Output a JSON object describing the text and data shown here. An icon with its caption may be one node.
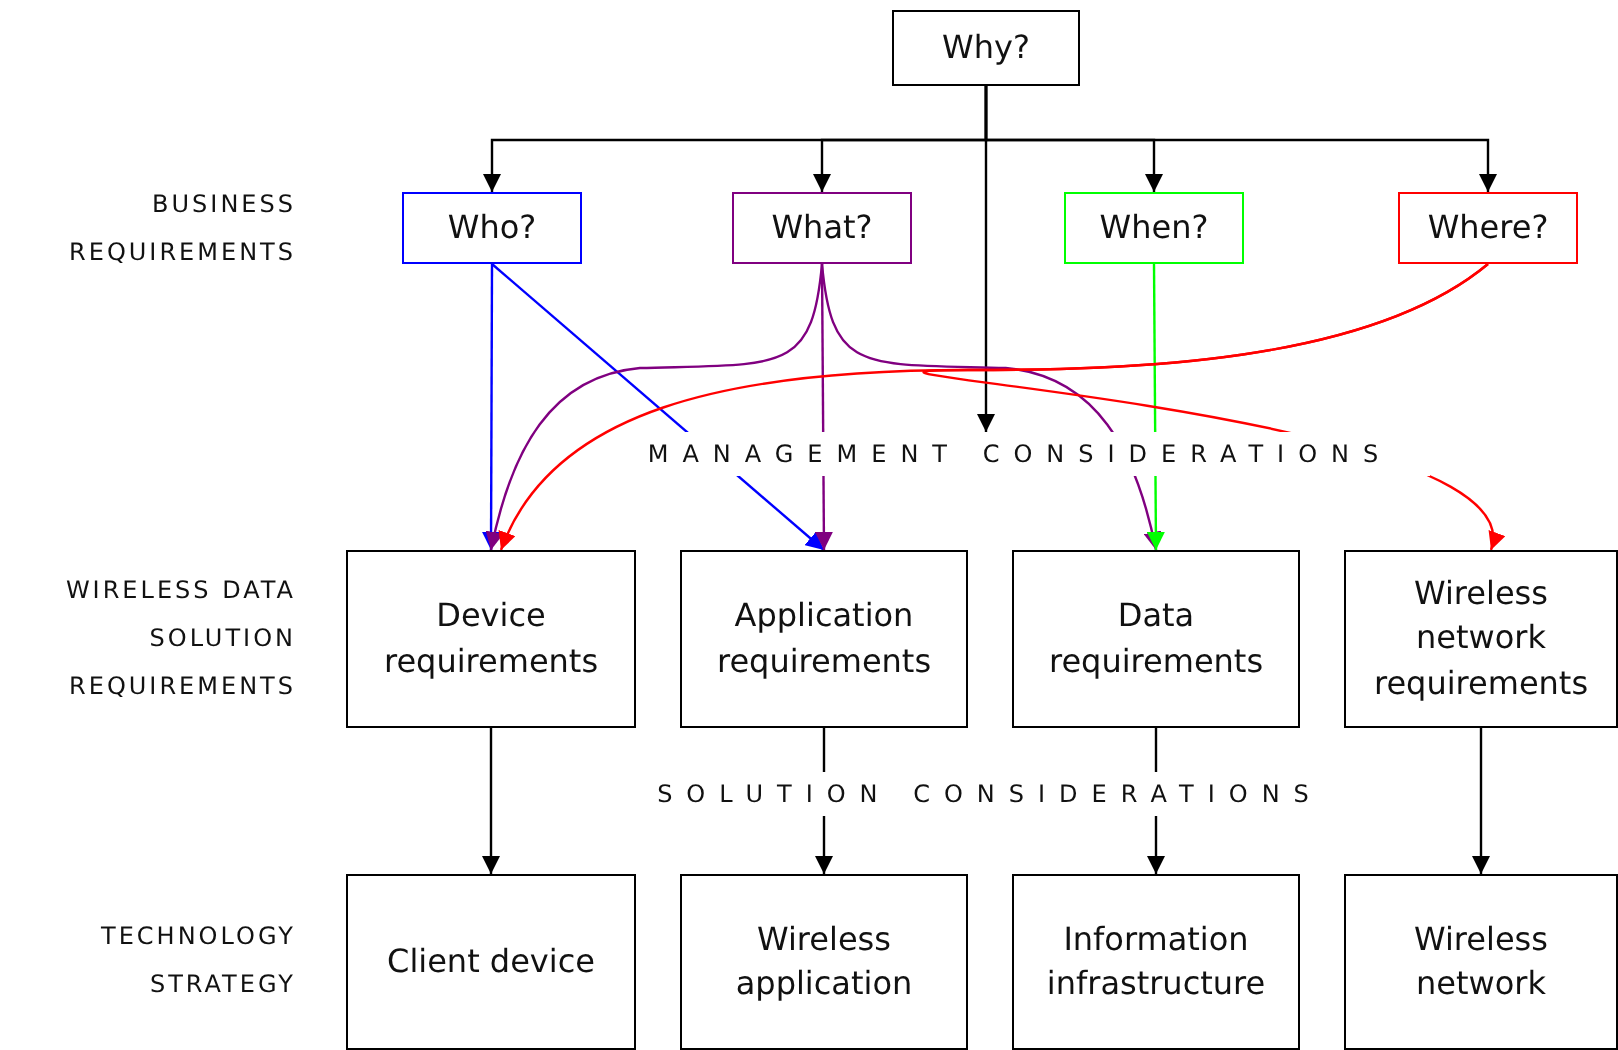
{
  "diagram": {
    "nodes": [
      {
        "text": [
          "Why?"
        ]
      },
      {
        "text": [
          "Who?"
        ]
      },
      {
        "text": [
          "What?"
        ]
      },
      {
        "text": [
          "When?"
        ]
      },
      {
        "text": [
          "Where?"
        ]
      },
      {
        "text": [
          "MANAGEMENT CONSIDERATIONS"
        ]
      },
      {
        "text": [
          "Device requirements"
        ]
      },
      {
        "text": [
          "Application requirements"
        ]
      },
      {
        "text": [
          "Data requirements"
        ]
      },
      {
        "text": [
          "Wireless network requirements"
        ]
      },
      {
        "text": [
          "Client device"
        ]
      },
      {
        "text": [
          "Wireless application"
        ]
      },
      {
        "text": [
          "Information infrastructure"
        ]
      },
      {
        "text": [
          "Wireless network"
        ]
      }
    ],
    "edges": [
      {
        "from": 0,
        "to": 1,
        "arrow": "to"
      },
      {
        "from": 0,
        "to": 2,
        "arrow": "to"
      },
      {
        "from": 0,
        "to": 3,
        "arrow": "to"
      },
      {
        "from": 0,
        "to": 4,
        "arrow": "to"
      },
      {
        "from": 0,
        "to": 5,
        "arrow": "to"
      },
      {
        "from": 1,
        "to": 6,
        "arrow": "to",
        "color": "#0000ff"
      },
      {
        "from": 1,
        "to": 7,
        "arrow": "to",
        "color": "#0000ff"
      },
      {
        "from": 2,
        "to": 6,
        "arrow": "to",
        "color": "#800080"
      },
      {
        "from": 2,
        "to": 7,
        "arrow": "to",
        "color": "#800080"
      },
      {
        "from": 2,
        "to": 8,
        "arrow": "to",
        "color": "#800080"
      },
      {
        "from": 3,
        "to": 8,
        "arrow": "to",
        "color": "#00ff00"
      },
      {
        "from": 4,
        "to": 6,
        "arrow": "to",
        "color": "#ff0000"
      },
      {
        "from": 4,
        "to": 9,
        "arrow": "to",
        "color": "#ff0000"
      },
      {
        "from": 6,
        "to": 10,
        "arrow": "to"
      },
      {
        "from": 7,
        "to": 11,
        "arrow": "to"
      },
      {
        "from": 8,
        "to": 12,
        "arrow": "to"
      },
      {
        "from": 9,
        "to": 13,
        "arrow": "to"
      }
    ],
    "labels": [
      "BUSINESS REQUIREMENTS",
      "WIRELESS DATA SOLUTION REQUIREMENTS",
      "SOLUTION CONSIDERATIONS",
      "TECHNOLOGY STRATEGY"
    ]
  }
}
